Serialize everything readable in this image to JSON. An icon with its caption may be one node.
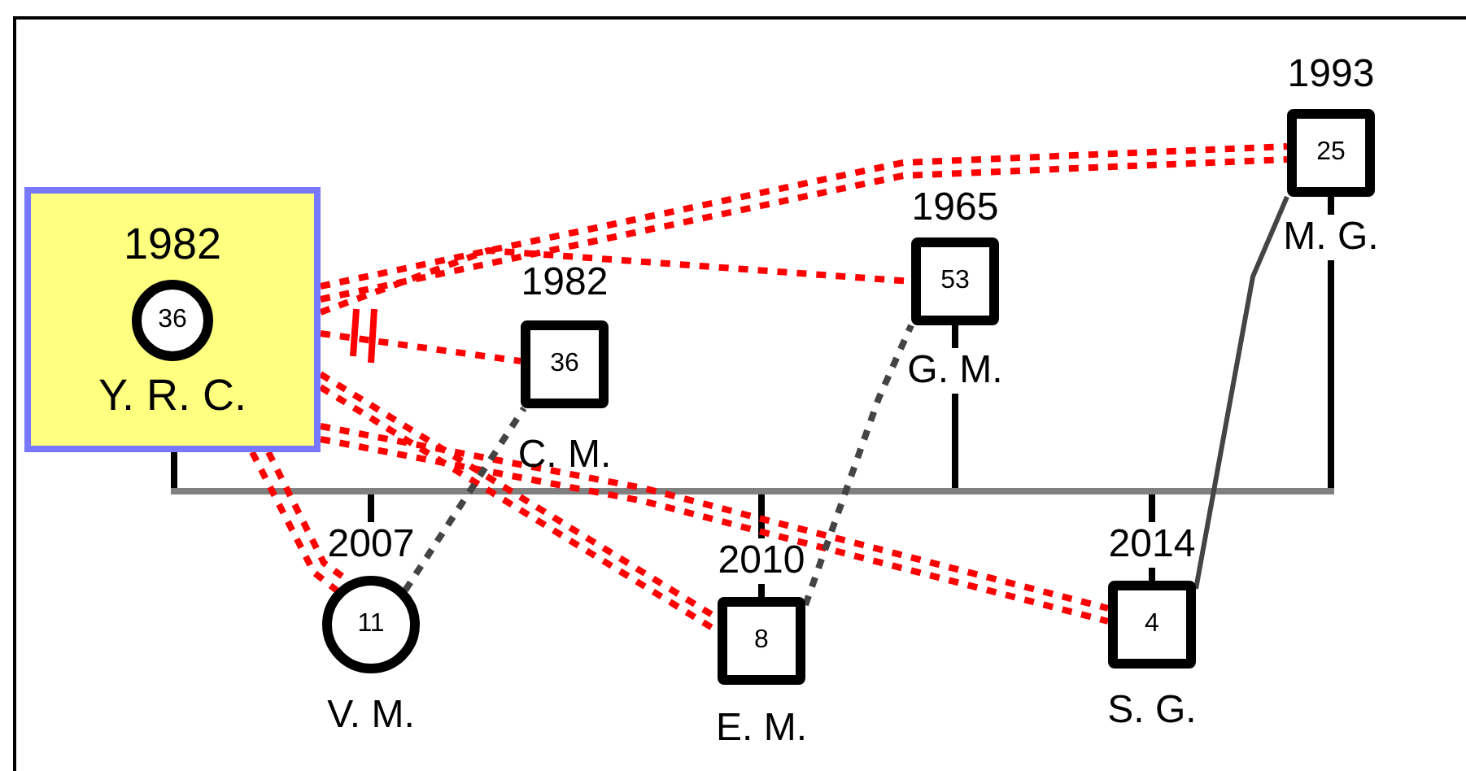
{
  "diagram": {
    "nodes": [
      {
        "text": [
          "1982",
          "36",
          "Y. R. C."
        ]
      },
      {
        "text": [
          "36"
        ],
        "beside": [
          "1982",
          "C. M."
        ]
      },
      {
        "text": [
          "53"
        ],
        "beside": [
          "1965",
          "G. M."
        ]
      },
      {
        "text": [
          "25"
        ],
        "beside": [
          "1993",
          "M. G."
        ]
      },
      {
        "text": [
          "11"
        ],
        "beside": [
          "2007",
          "V. M."
        ]
      },
      {
        "text": [
          "8"
        ],
        "beside": [
          "2010",
          "E. M."
        ]
      },
      {
        "text": [
          "4"
        ],
        "beside": [
          "2014",
          "S. G."
        ]
      }
    ],
    "edges": [
      {
        "from": 0,
        "to": 3,
        "arrow": "none",
        "style": "dashed"
      },
      {
        "from": 0,
        "to": 3,
        "arrow": "none",
        "style": "dashed"
      },
      {
        "from": 0,
        "to": 2,
        "arrow": "none",
        "style": "dashed"
      },
      {
        "from": 0,
        "to": 1,
        "arrow": "none",
        "style": "dashed"
      },
      {
        "from": 0,
        "to": 5,
        "arrow": "none",
        "style": "dashed"
      },
      {
        "from": 0,
        "to": 5,
        "arrow": "none",
        "style": "dashed"
      },
      {
        "from": 0,
        "to": 6,
        "arrow": "none",
        "style": "dashed"
      },
      {
        "from": 0,
        "to": 6,
        "arrow": "none",
        "style": "dashed"
      },
      {
        "from": 0,
        "to": 4,
        "arrow": "none",
        "style": "dashed"
      },
      {
        "from": 0,
        "to": 4,
        "arrow": "none",
        "style": "dashed"
      },
      {
        "from": 4,
        "to": 1,
        "arrow": "none",
        "style": "dashed",
        "color": "#444444"
      },
      {
        "from": 5,
        "to": 2,
        "arrow": "none",
        "style": "dashed",
        "color": "#444444"
      },
      {
        "from": 6,
        "to": 3,
        "arrow": "none",
        "color": "#444444"
      }
    ]
  }
}
